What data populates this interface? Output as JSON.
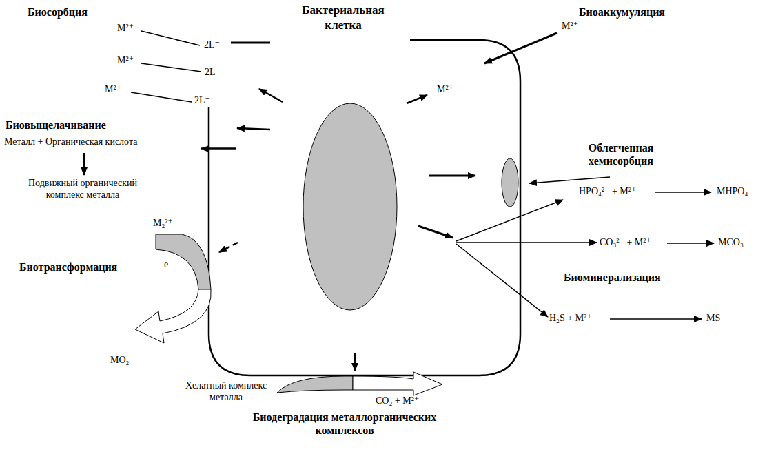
{
  "diagram": {
    "nodes": [
      {
        "text": [
          "Бактериальная клетка"
        ]
      }
    ],
    "labels": [
      "Биосорбция",
      "M²⁺",
      "M²⁺",
      "M²⁺",
      "2L⁻",
      "2L⁻",
      "2L⁻",
      "Биовыщелачивание",
      "Металл + Органическая кислота",
      "Подвижный органический комплекс металла",
      "M₂²⁺",
      "Биотрансформация",
      "e⁻",
      "MO₂",
      "Хелатный комплекс металла",
      "CO₂ + M²⁺",
      "Биодеградация металлорганических комплексов",
      "Биоаккумуляция",
      "M²⁺",
      "M²⁺",
      "Облегченная хемисорбция",
      "HPO₄²⁻ + M²⁺",
      "MHPO₄",
      "CO₃²⁻ + M²⁺",
      "MCO₃",
      "Биоминерализация",
      "H₂S + M²⁺",
      "MS"
    ]
  }
}
